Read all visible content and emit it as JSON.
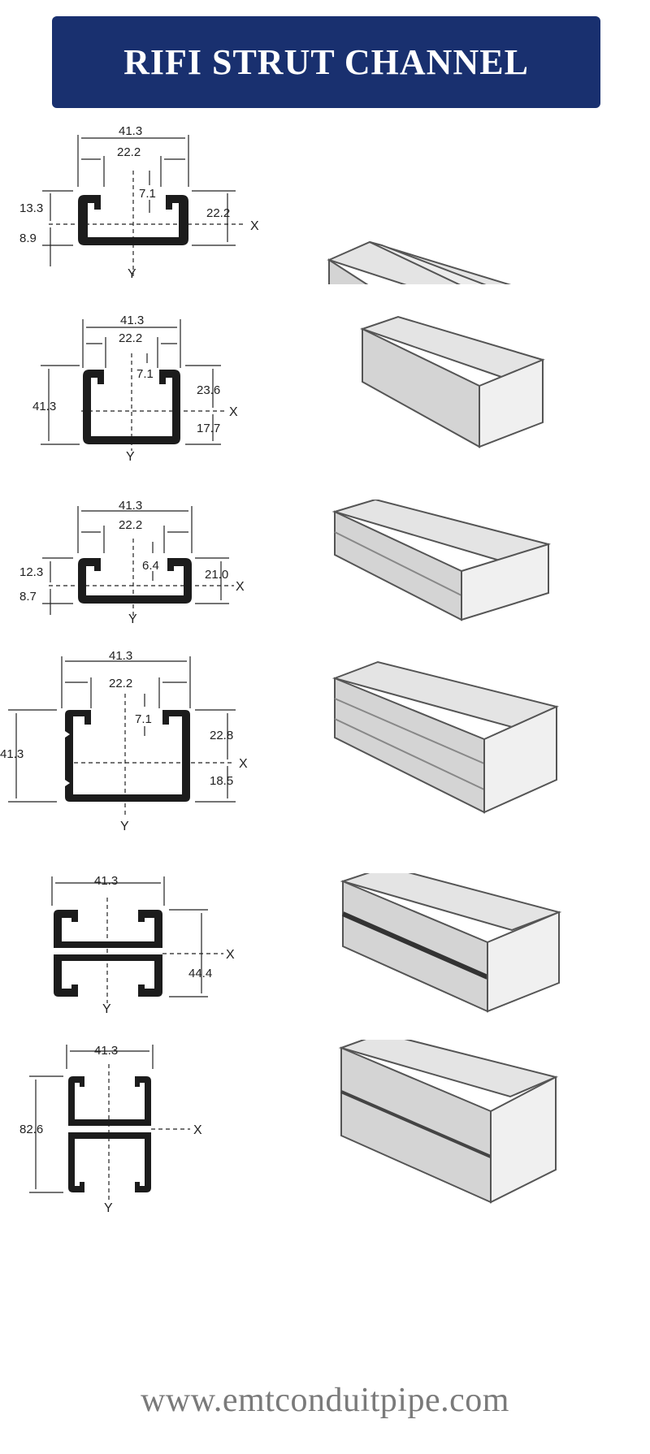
{
  "header": {
    "title": "RIFI STRUT CHANNEL"
  },
  "footer": {
    "website": "www.emtconduitpipe.com"
  },
  "colors": {
    "banner_bg": "#19306f",
    "profile_stroke": "#222222",
    "channel_face": "#e8e8e8"
  },
  "profiles": [
    {
      "width": "41.3",
      "slot": "22.2",
      "lip": "7.1",
      "left_top": "13.3",
      "left_bottom": "8.9",
      "right": "22.2",
      "x_axis": "X",
      "y_axis": "Y"
    },
    {
      "width": "41.3",
      "slot": "22.2",
      "lip": "7.1",
      "height": "41.3",
      "right_top": "23.6",
      "right_bottom": "17.7",
      "x_axis": "X",
      "y_axis": "Y"
    },
    {
      "width": "41.3",
      "slot": "22.2",
      "lip": "6.4",
      "left_top": "12.3",
      "left_bottom": "8.7",
      "right": "21.0",
      "x_axis": "X",
      "y_axis": "Y"
    },
    {
      "width": "41.3",
      "slot": "22.2",
      "lip": "7.1",
      "height": "41.3",
      "right_top": "22.8",
      "right_bottom": "18.5",
      "x_axis": "X",
      "y_axis": "Y"
    },
    {
      "width": "41.3",
      "height": "44.4",
      "x_axis": "X",
      "y_axis": "Y"
    },
    {
      "width": "41.3",
      "height": "82.6",
      "x_axis": "X",
      "y_axis": "Y"
    }
  ]
}
